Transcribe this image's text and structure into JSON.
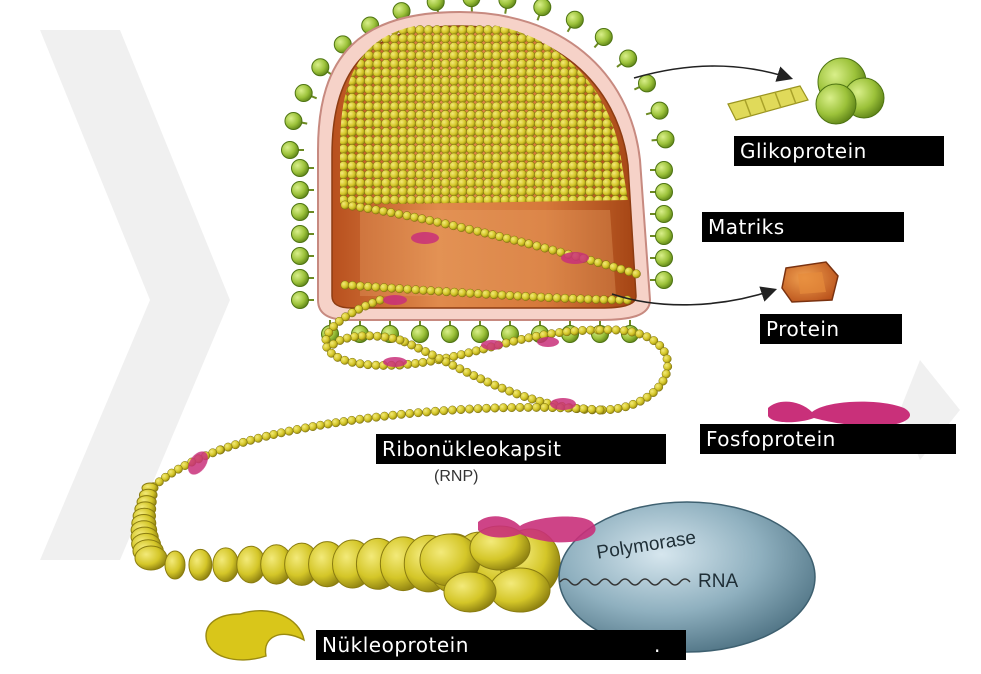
{
  "labels": {
    "glikoprotein": "Glikoprotein",
    "matriks": "Matriks",
    "protein": "Protein",
    "fosfoprotein": "Fosfoprotein",
    "ribonukleokapsit": "Ribonükleokapsit",
    "rnp": "(RNP)",
    "nukleoprotein": "Nükleoprotein",
    "nukleoprotein_dot": ".",
    "polymorase": "Polymorase",
    "rna": "RNA"
  },
  "colors": {
    "glycoprotein_green": "#9cc23a",
    "bead_yellow": "#d8cc2a",
    "nucleoprotein_yellow": "#d9c61a",
    "matrix_orange": "#d2763a",
    "phosphoprotein_pink": "#c9307a",
    "polymerase_blue": "#8fb0bf",
    "membrane_pink": "#f4c8c0"
  }
}
